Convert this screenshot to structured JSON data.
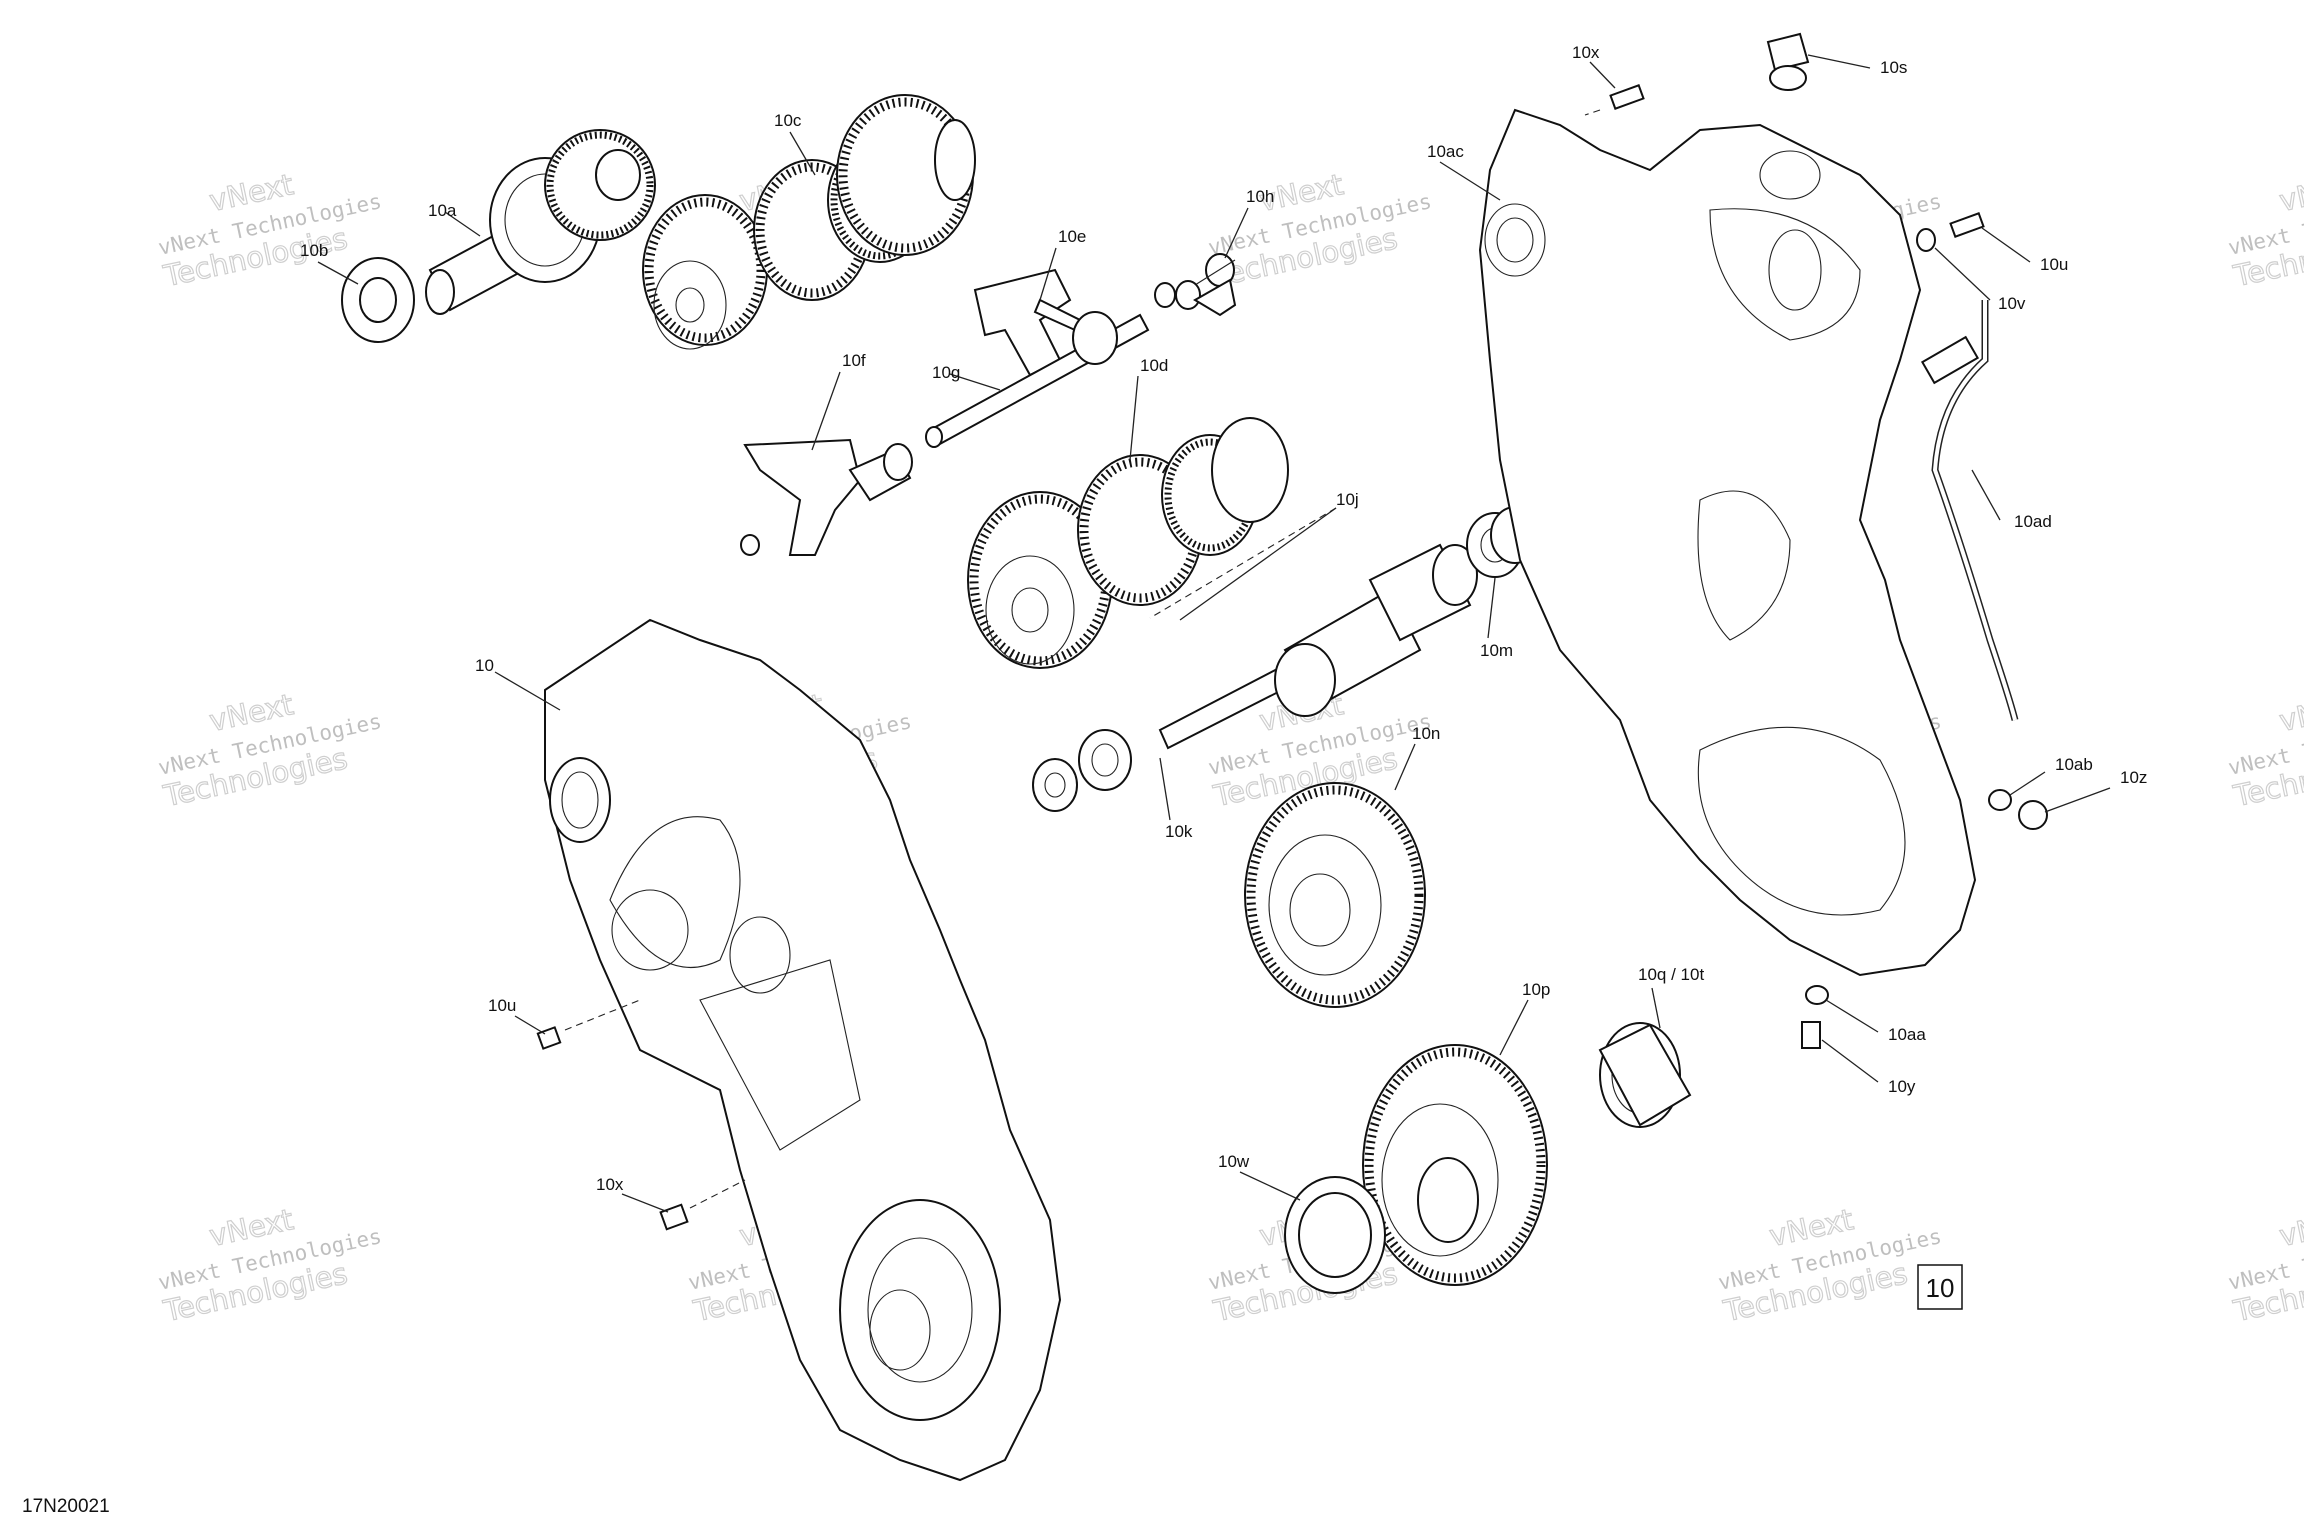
{
  "diagram": {
    "code": "17N20021",
    "page_ref": "10",
    "watermark": {
      "line1": "vNext",
      "line2": "vNext Technologies",
      "line3": "Technologies"
    },
    "labels": [
      "10c",
      "10a",
      "10b",
      "10e",
      "10h",
      "10g",
      "10f",
      "10d",
      "10j",
      "10m",
      "10",
      "10k",
      "10n",
      "10u",
      "10x",
      "10w",
      "10p",
      "10q / 10t",
      "10x",
      "10s",
      "10ac",
      "10u",
      "10v",
      "10ad",
      "10ab",
      "10z",
      "10aa",
      "10y"
    ]
  }
}
